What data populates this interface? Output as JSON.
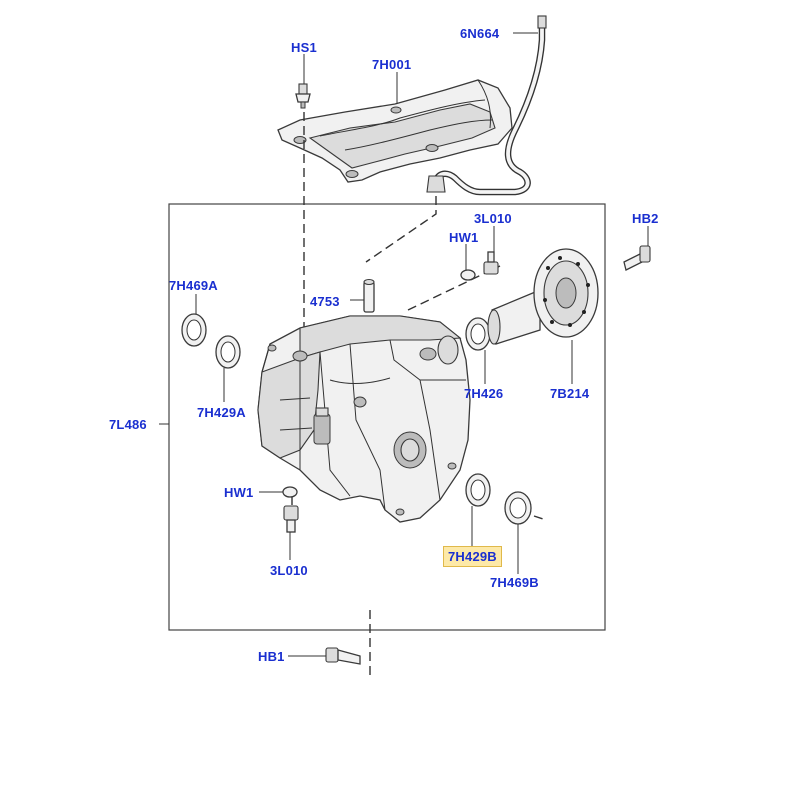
{
  "callouts": {
    "hs1": "HS1",
    "c7h001": "7H001",
    "c6n664": "6N664",
    "hb2": "HB2",
    "c3l010_top": "3L010",
    "hw1_top": "HW1",
    "c7h469a": "7H469A",
    "c4753": "4753",
    "c7h426": "7H426",
    "c7b214": "7B214",
    "c7l486": "7L486",
    "c7h429a": "7H429A",
    "hw1_bottom": "HW1",
    "c3l010_bottom": "3L010",
    "c7h429b": "7H429B",
    "c7h469b": "7H469B",
    "hb1": "HB1"
  },
  "highlight": {
    "label": "7H429B",
    "color": "#fde9a8"
  },
  "label_color": "#1a2fd0"
}
